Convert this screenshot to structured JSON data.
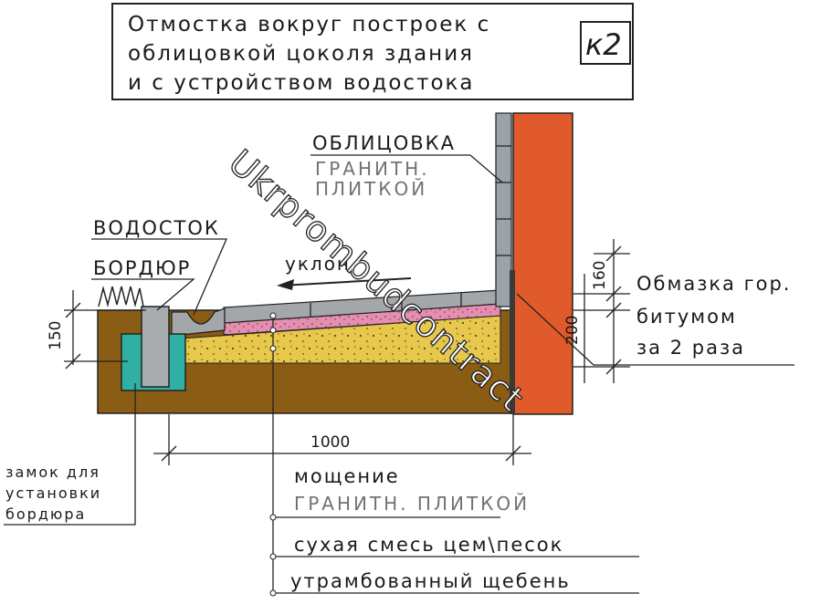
{
  "title": {
    "lines": [
      "Отмостка вокруг построек с",
      "облицовкой цоколя здания",
      "и с устройством водостока"
    ],
    "code": "к2"
  },
  "labels": {
    "facing_line1": "ОБЛИЦОВКА",
    "facing_line2": "ГРАНИТН.",
    "facing_line3": "ПЛИТКОЙ",
    "drain": "ВОДОСТОК",
    "curb": "БОРДЮР",
    "slope": "уклон",
    "coating_line1": "Обмазка гор.",
    "coating_line2": "битумом",
    "coating_line3": "за 2 раза",
    "lock_line1": "замок для",
    "lock_line2": "установки",
    "lock_line3": "бордюра",
    "paving_line1": "мощение",
    "paving_line2": "ГРАНИТН. ПЛИТКОЙ",
    "dry_mix": "сухая смесь цем\\песок",
    "gravel": "утрамбованный щебень"
  },
  "dimensions": {
    "curb_height": "150",
    "width": "1000",
    "upper": "160",
    "lower": "200"
  },
  "watermark": "Ukrprombudcontract",
  "colors": {
    "soil": "#8a5c14",
    "sand": "#e7c84c",
    "wall": "#e05a2b",
    "facing": "#9aa3a8",
    "lock": "#2fb0a2",
    "curb": "#a9adaf",
    "pink": "#e48fb0",
    "paving": "#a3a7a9"
  }
}
